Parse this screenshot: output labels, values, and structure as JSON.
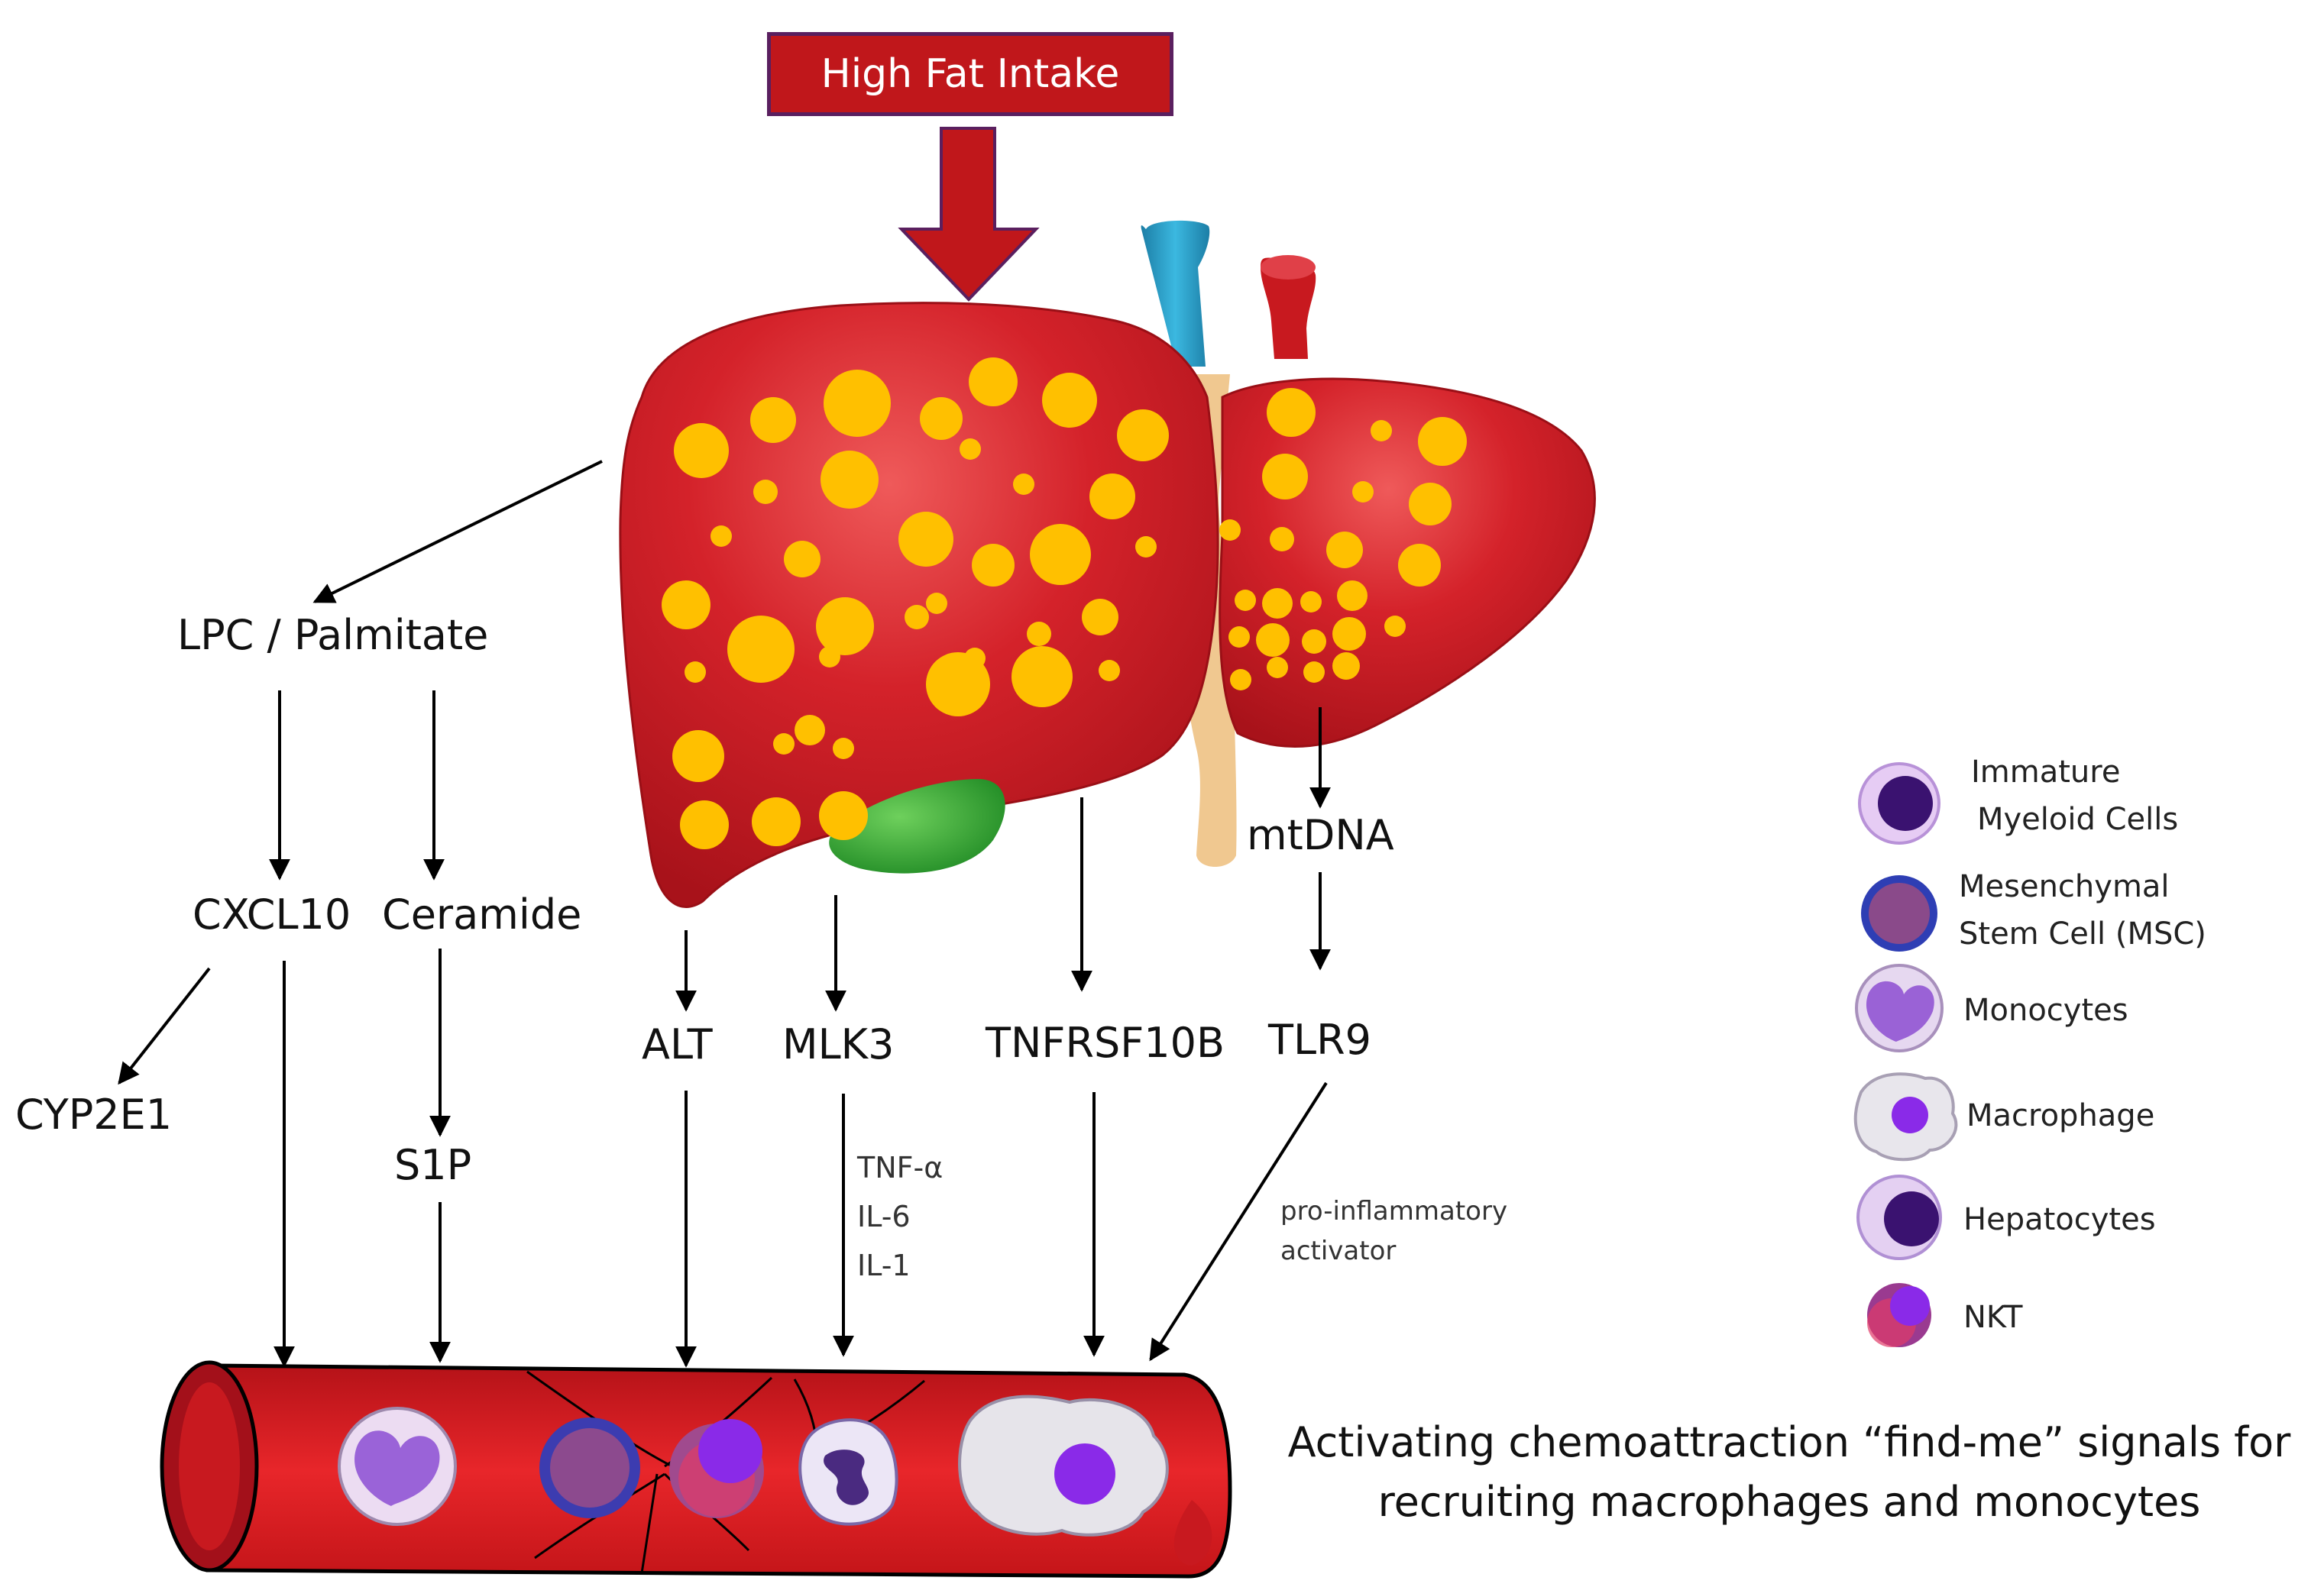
{
  "header": {
    "title": "High Fat Intake"
  },
  "nodes": {
    "lpc": "LPC / Palmitate",
    "cxcl10": "CXCL10",
    "ceramide": "Ceramide",
    "cyp2e1": "CYP2E1",
    "s1p": "S1P",
    "alt": "ALT",
    "mlk3": "MLK3",
    "tnfrsf10b": "TNFRSF10B",
    "mtdna": "mtDNA",
    "tlr9": "TLR9"
  },
  "cytokines": [
    "TNF-α",
    "IL-6",
    "IL-1"
  ],
  "annotation": [
    "pro-inflammatory",
    "activator"
  ],
  "legend": {
    "items": [
      {
        "label": [
          "Immature",
          "Myeloid Cells"
        ],
        "icon": "immature-myeloid-cell-icon"
      },
      {
        "label": [
          "Mesenchymal",
          "Stem Cell (MSC)"
        ],
        "icon": "msc-cell-icon"
      },
      {
        "label": [
          "Monocytes"
        ],
        "icon": "monocyte-icon"
      },
      {
        "label": [
          "Macrophage"
        ],
        "icon": "macrophage-icon"
      },
      {
        "label": [
          "Hepatocytes"
        ],
        "icon": "hepatocyte-icon"
      },
      {
        "label": [
          "NKT"
        ],
        "icon": "nkt-cell-icon"
      }
    ]
  },
  "caption": [
    "Activating chemoattraction “find-me” signals for",
    "recruiting macrophages and monocytes"
  ],
  "colors": {
    "liver": "#c8191f",
    "fat_droplet": "#ffc000",
    "vessel": "#d91d1d",
    "header_box": "#c0171b",
    "gallbladder": "#3aa830",
    "vein": "#2aa5cc"
  }
}
